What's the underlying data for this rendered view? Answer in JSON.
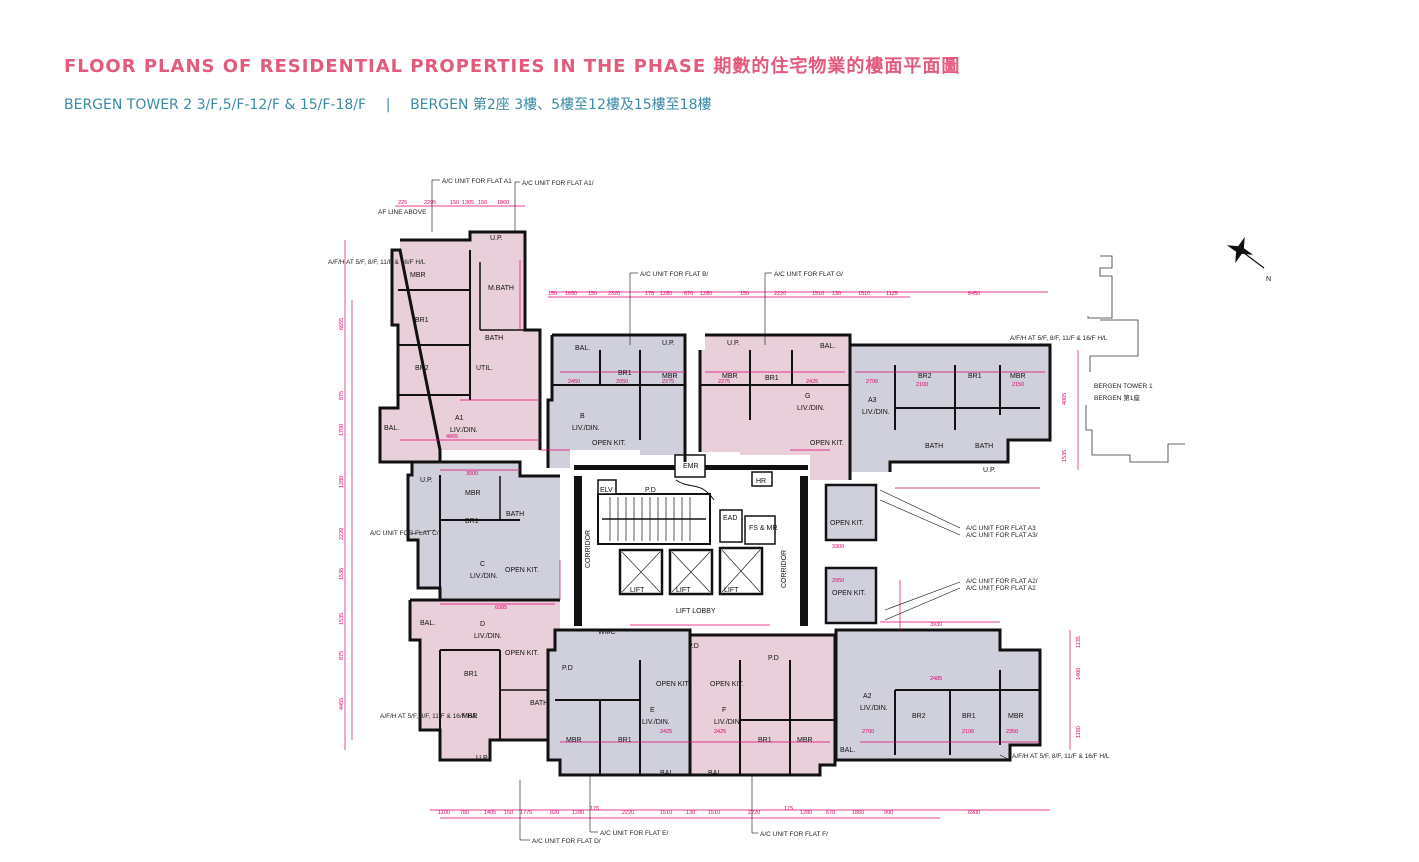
{
  "header": {
    "title": "FLOOR PLANS OF RESIDENTIAL PROPERTIES IN THE PHASE 期數的住宅物業的樓面平面圖",
    "subtitle_en": "BERGEN TOWER 2  3/F,5/F-12/F & 15/F-18/F",
    "subtitle_sep": "|",
    "subtitle_zh": "BERGEN 第2座 3樓、5樓至12樓及15樓至18樓"
  },
  "colors": {
    "title": "#e45a7a",
    "subtitle": "#3b8aa5",
    "flat_pink": "#e9cfd9",
    "flat_grey": "#cfd0dc",
    "wall": "#111111",
    "dimension": "#e0006e"
  },
  "compass": {
    "label": "N",
    "icon": "north-arrow-icon"
  },
  "neighbour": {
    "line1": "BERGEN TOWER 1",
    "line2": "BERGEN 第1座"
  },
  "flats": {
    "a1": "A1",
    "a2": "A2",
    "a3": "A3",
    "b": "B",
    "c": "C",
    "d": "D",
    "e": "E",
    "f": "F",
    "g": "G"
  },
  "rooms": {
    "liv_din": "LIV./DIN.",
    "mbr": "MBR",
    "br1": "BR1",
    "br2": "BR2",
    "bath": "BATH",
    "m_bath": "M.BATH",
    "open_kit": "OPEN KIT.",
    "bal": "BAL.",
    "up": "U.P.",
    "pd": "P.D",
    "util": "UTIL.",
    "wmc": "WMC",
    "lift": "LIFT",
    "lift_lobby": "LIFT LOBBY",
    "corridor": "CORRIDOR",
    "emr": "EMR",
    "elv": "ELV",
    "hr": "HR",
    "fs_mr": "FS & MR",
    "ead": "EAD"
  },
  "notes": {
    "ac_a1": "A/C UNIT FOR FLAT A1",
    "ac_a1b": "A/C UNIT FOR FLAT A1/",
    "ac_b": "A/C UNIT FOR FLAT B/",
    "ac_g": "A/C UNIT FOR FLAT G/",
    "ac_c": "A/C UNIT FOR FLAT C/",
    "ac_a3": "A/C UNIT FOR FLAT A3",
    "ac_a3b": "A/C UNIT FOR FLAT A3/",
    "ac_a2": "A/C UNIT FOR FLAT A2",
    "ac_a2b": "A/C UNIT FOR FLAT A2/",
    "ac_d": "A/C UNIT FOR FLAT D/",
    "ac_e": "A/C UNIT FOR FLAT E/",
    "ac_f": "A/C UNIT FOR FLAT F/",
    "af_above": "AF LINE ABOVE",
    "af_at": "A/F/H AT 5/F, 8/F, 11/F & 16/F H/L"
  },
  "dims": {
    "top_a": [
      "225",
      "2295",
      "150",
      "1305",
      "150",
      "1860"
    ],
    "top_b": [
      "150",
      "1650",
      "150",
      "2320",
      "175",
      "1280",
      "670",
      "1280",
      "150",
      "2220",
      "1510",
      "130",
      "1510",
      "1125",
      "6450"
    ],
    "bottom": [
      "1100",
      "780",
      "1405",
      "150",
      "1775",
      "820",
      "1280",
      "175",
      "2220",
      "1510",
      "130",
      "1510",
      "2220",
      "175",
      "1280",
      "670",
      "1860",
      "900",
      "6900"
    ],
    "left": [
      "6655",
      "875",
      "1700",
      "1280",
      "2220",
      "1535",
      "1535",
      "875",
      "4455"
    ],
    "right": [
      "4005",
      "1535",
      "1135",
      "1400",
      "1180"
    ],
    "inner": [
      "2450",
      "2275",
      "2275",
      "2425",
      "2700",
      "2100",
      "2150",
      "2050",
      "4865",
      "3000",
      "6085",
      "2425",
      "2425",
      "2700",
      "2100",
      "2350",
      "3930",
      "2950",
      "3300",
      "2485"
    ]
  }
}
